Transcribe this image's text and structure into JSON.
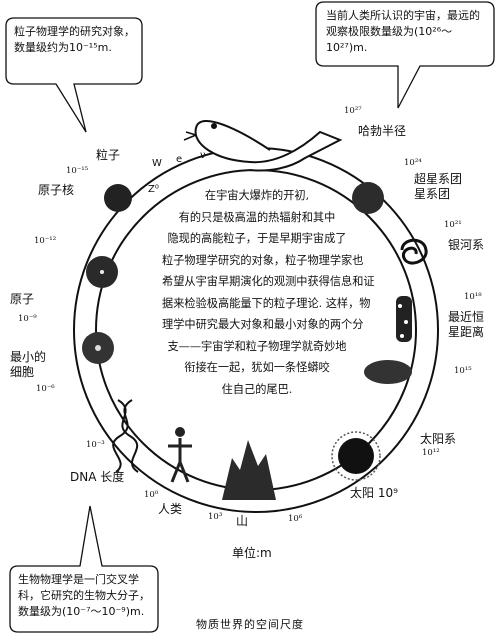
{
  "callouts": {
    "top_left": "粒子物理学的研究对象，数量级约为10⁻¹⁵m.",
    "top_right": "当前人类所认识的宇宙，最远的观察极限数量级为(10²⁶～10²⁷)m.",
    "bottom_left": "生物物理学是一门交叉学科，它研究的生物大分子，数量级为(10⁻⁷～10⁻⁹)m."
  },
  "center_text": [
    "在宇宙大爆炸的开初,",
    "有的只是极高温的热辐射和其中",
    "隐现的高能粒子，于是早期宇宙成了",
    "粒子物理学研究的对象，粒子物理学家也",
    "希望从宇宙早期演化的观测中获得信息和证",
    "据来检验极高能量下的粒子理论. 这样，物",
    "理学中研究最大对象和最小对象的两个分",
    "支——宇宙学和粒子物理学就奇妙地",
    "衔接在一起，犹如一条怪蟒咬",
    "住自己的尾巴."
  ],
  "labels": {
    "particle": "粒子",
    "particle_symbols": {
      "w": "W",
      "e": "e",
      "nu": "ν",
      "z": "Z⁰"
    },
    "nucleus": "原子核",
    "atom": "原子",
    "cell": "最小的\n细胞",
    "dna": "DNA 长度",
    "human": "人类",
    "mountain": "山",
    "sun": "太阳 10⁹",
    "solar_system": "太阳系",
    "nearest_star": "最近恒\n星距离",
    "galaxy": "银河系",
    "supercluster": "超星系团\n星系团",
    "hubble": "哈勃半径"
  },
  "exponents": {
    "e27": "10²⁷",
    "e24": "10²⁴",
    "e21": "10²¹",
    "e18": "10¹⁸",
    "e15": "10¹⁵",
    "e12": "10¹²",
    "e6": "10⁶",
    "e3": "10³",
    "e0": "10⁰",
    "em3": "10⁻³",
    "em6": "10⁻⁶",
    "em9": "10⁻⁹",
    "em12": "10⁻¹²",
    "em15": "10⁻¹⁵"
  },
  "unit": "单位:m",
  "caption": "物质世界的空间尺度"
}
